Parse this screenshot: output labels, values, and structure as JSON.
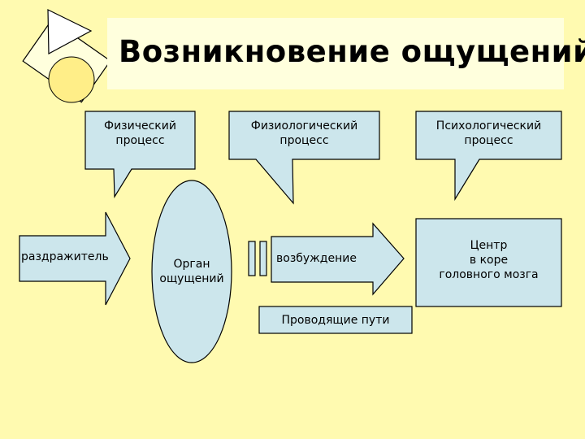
{
  "title": "Возникновение ощущений",
  "callouts": {
    "physical": [
      "Физический",
      "процесс"
    ],
    "physiological": [
      "Физиологический",
      "процесс"
    ],
    "psychological": [
      "Психологический",
      "процесс"
    ]
  },
  "nodes": {
    "stimulus": "раздражитель",
    "organ": [
      "Орган",
      "ощущений"
    ],
    "excitation": "возбуждение",
    "center": [
      "Центр",
      "в коре",
      "головного мозга"
    ],
    "pathways": "Проводящие пути"
  },
  "colors": {
    "background": "#FFFAB0",
    "title_panel": "#FFFFDD",
    "shape_fill": "#CCE6EC",
    "outline": "#000000",
    "logo_circle": "#FFEE88"
  }
}
